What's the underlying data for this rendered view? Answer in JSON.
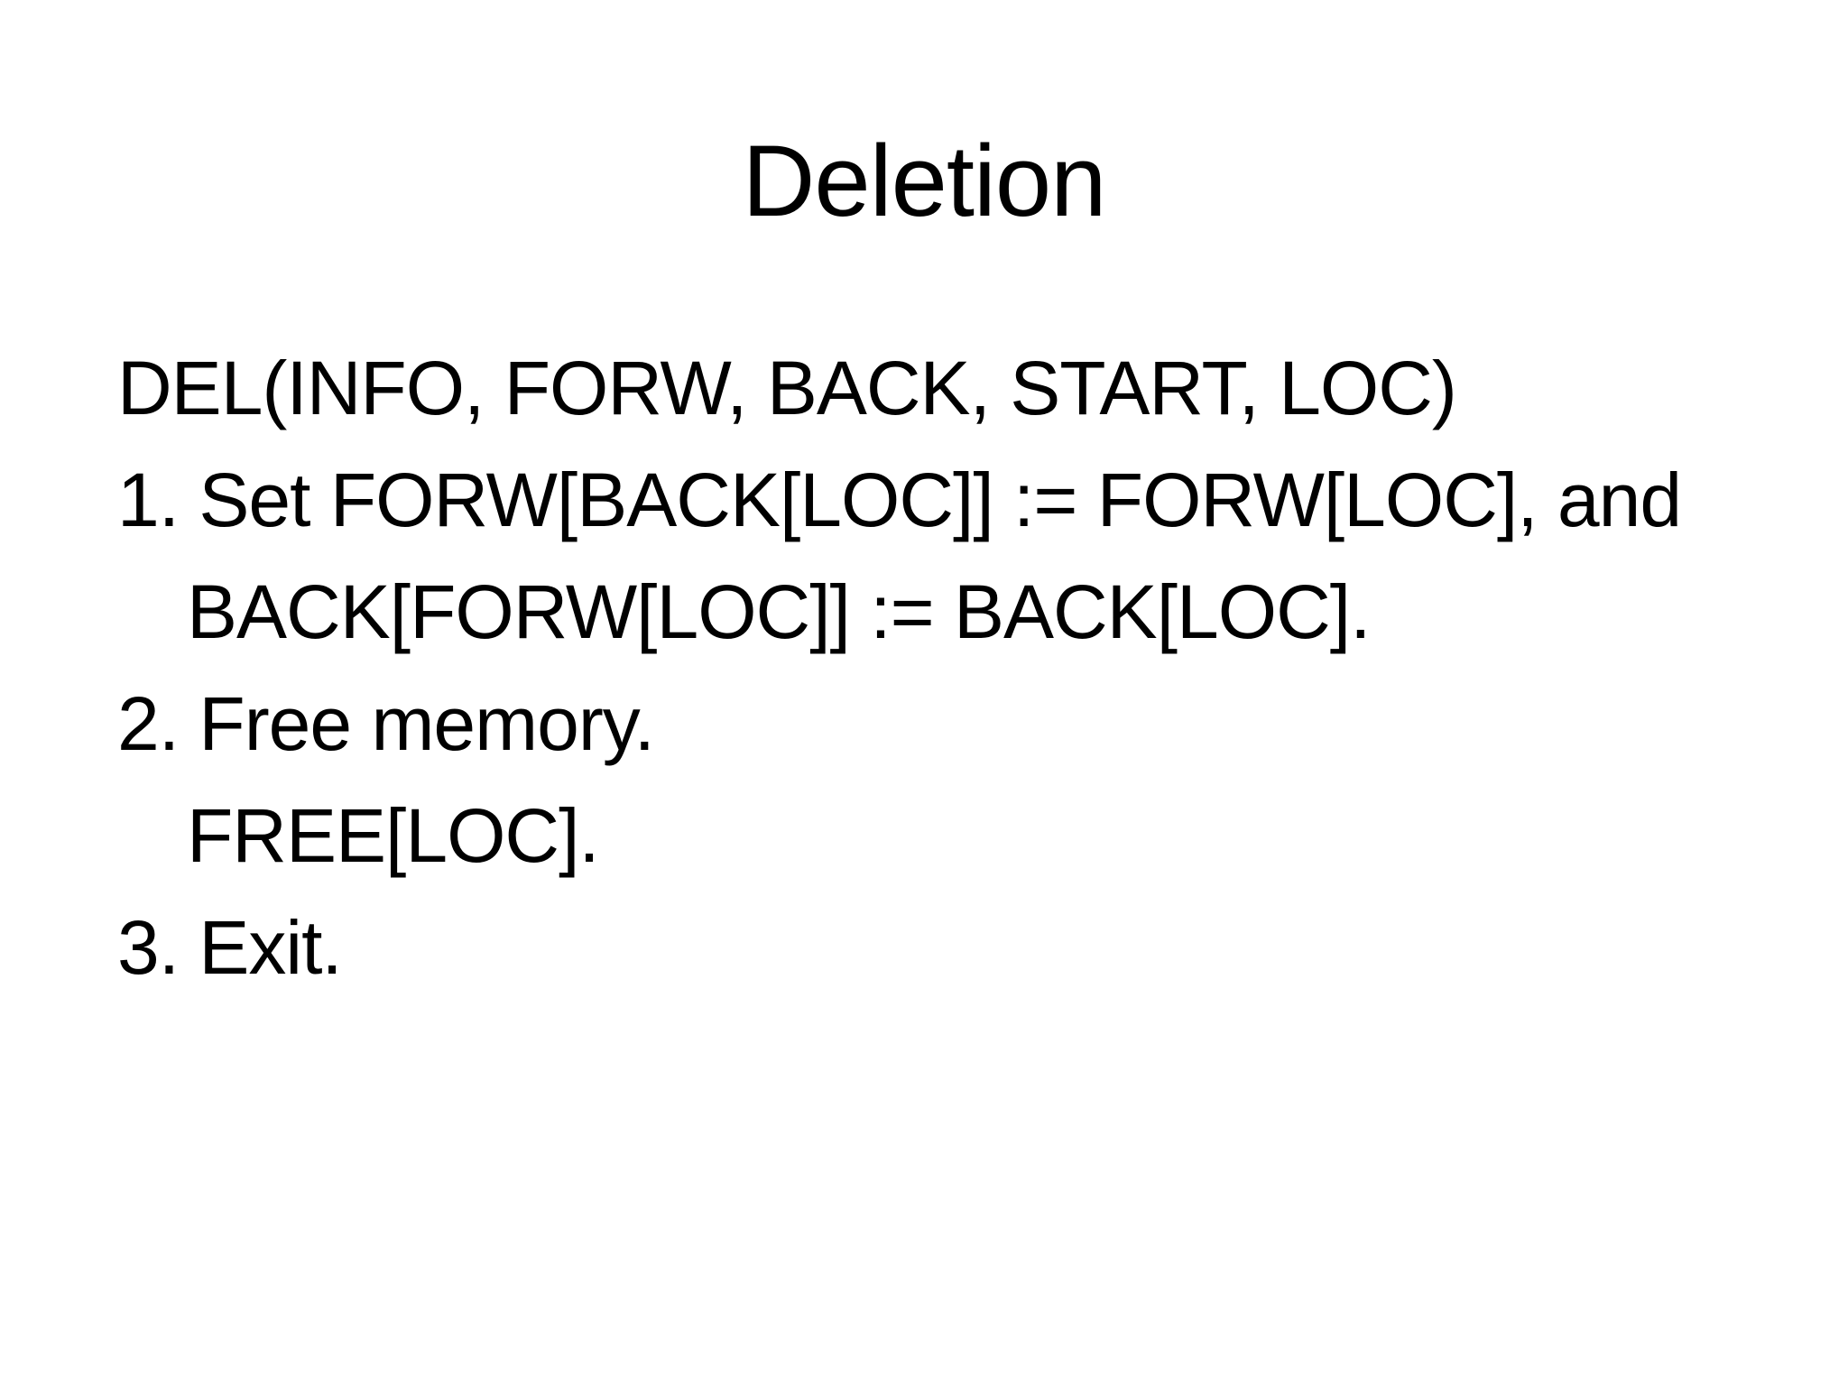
{
  "slide": {
    "background_color": "#ffffff",
    "text_color": "#000000",
    "title": "Deletion",
    "body": {
      "signature": "DEL(INFO, FORW, BACK, START, LOC)",
      "steps": [
        {
          "number": "1.",
          "text": "Set FORW[BACK[LOC]] := FORW[LOC], and BACK[FORW[LOC]] := BACK[LOC]."
        },
        {
          "number": "2.",
          "text": "Free memory. FREE[LOC]."
        },
        {
          "number": "3.",
          "text": "Exit."
        }
      ],
      "display_lines": [
        {
          "name": "procedure-signature",
          "text": "DEL(INFO, FORW, BACK, START, LOC)",
          "continuation": false
        },
        {
          "name": "step-1-line-1",
          "text": "1. Set FORW[BACK[LOC]] := FORW[LOC], and",
          "continuation": false
        },
        {
          "name": "step-1-line-2",
          "text": "BACK[FORW[LOC]] := BACK[LOC].",
          "continuation": true
        },
        {
          "name": "step-2-line-1",
          "text": "2. Free memory.",
          "continuation": false
        },
        {
          "name": "step-2-line-2",
          "text": "FREE[LOC].",
          "continuation": true
        },
        {
          "name": "step-3-line-1",
          "text": "3. Exit.",
          "continuation": false
        }
      ]
    }
  }
}
